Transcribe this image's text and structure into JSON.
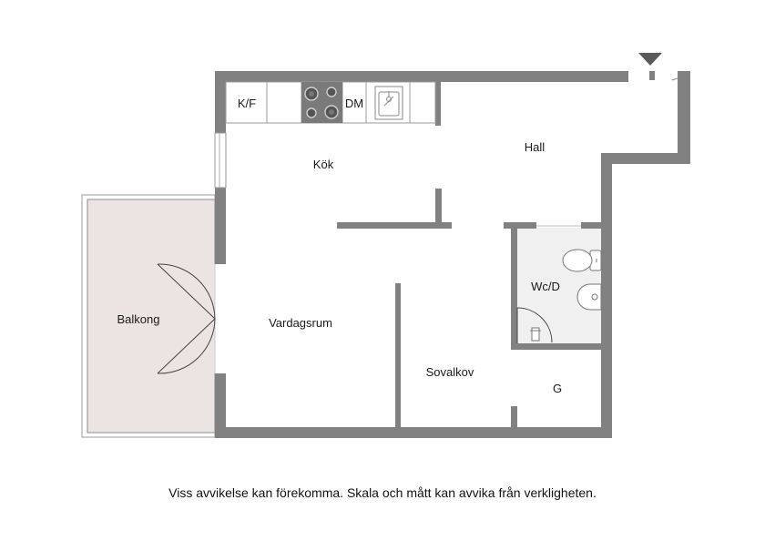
{
  "rooms": {
    "kitchen": "Kök",
    "hall": "Hall",
    "wc_shower": "Wc/D",
    "balcony": "Balkong",
    "living_room": "Vardagsrum",
    "sleeping_alcove": "Sovalkov",
    "storage": "G"
  },
  "fixtures": {
    "fridge_freezer": "K/F",
    "dishwasher": "DM"
  },
  "disclaimer": "Viss avvikelse kan förekomma. Skala och mått kan avvika från verkligheten.",
  "colors": {
    "wall": "#818181",
    "balcony_fill": "#ece4e2",
    "wc_fill": "#f0f0f0",
    "cooktop": "#7a7a7a"
  },
  "icons": [
    "entrance-arrow-icon",
    "sink-icon",
    "cooktop-icon",
    "toilet-icon",
    "washbasin-icon",
    "shower-door-icon"
  ]
}
